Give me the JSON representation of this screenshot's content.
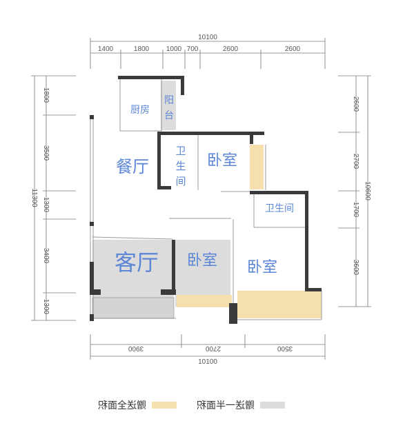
{
  "dimensions": {
    "top_total": "10100",
    "top": [
      "1400",
      "1800",
      "1000",
      "700",
      "2600",
      "2600"
    ],
    "bottom_total": "10100",
    "bottom": [
      "3900",
      "2700",
      "3500"
    ],
    "left_total": "11300",
    "left": [
      "1800",
      "3500",
      "1300",
      "3400",
      "1300"
    ],
    "right_total": "10600",
    "right": [
      "2600",
      "2700",
      "1700",
      "3600"
    ]
  },
  "rooms": {
    "kitchen": "厨房",
    "balcony": "阳台",
    "dining": "餐厅",
    "bath1": "卫生间",
    "bedroom1": "卧室",
    "bath2": "卫生间",
    "living": "客厅",
    "bedroom2": "卧室",
    "bedroom3": "卧室"
  },
  "legend": {
    "full_gift": "赠送全面积",
    "half_gift": "赠送一半面积",
    "full_color": "#f5dfae",
    "half_color": "#dcdcdc"
  }
}
